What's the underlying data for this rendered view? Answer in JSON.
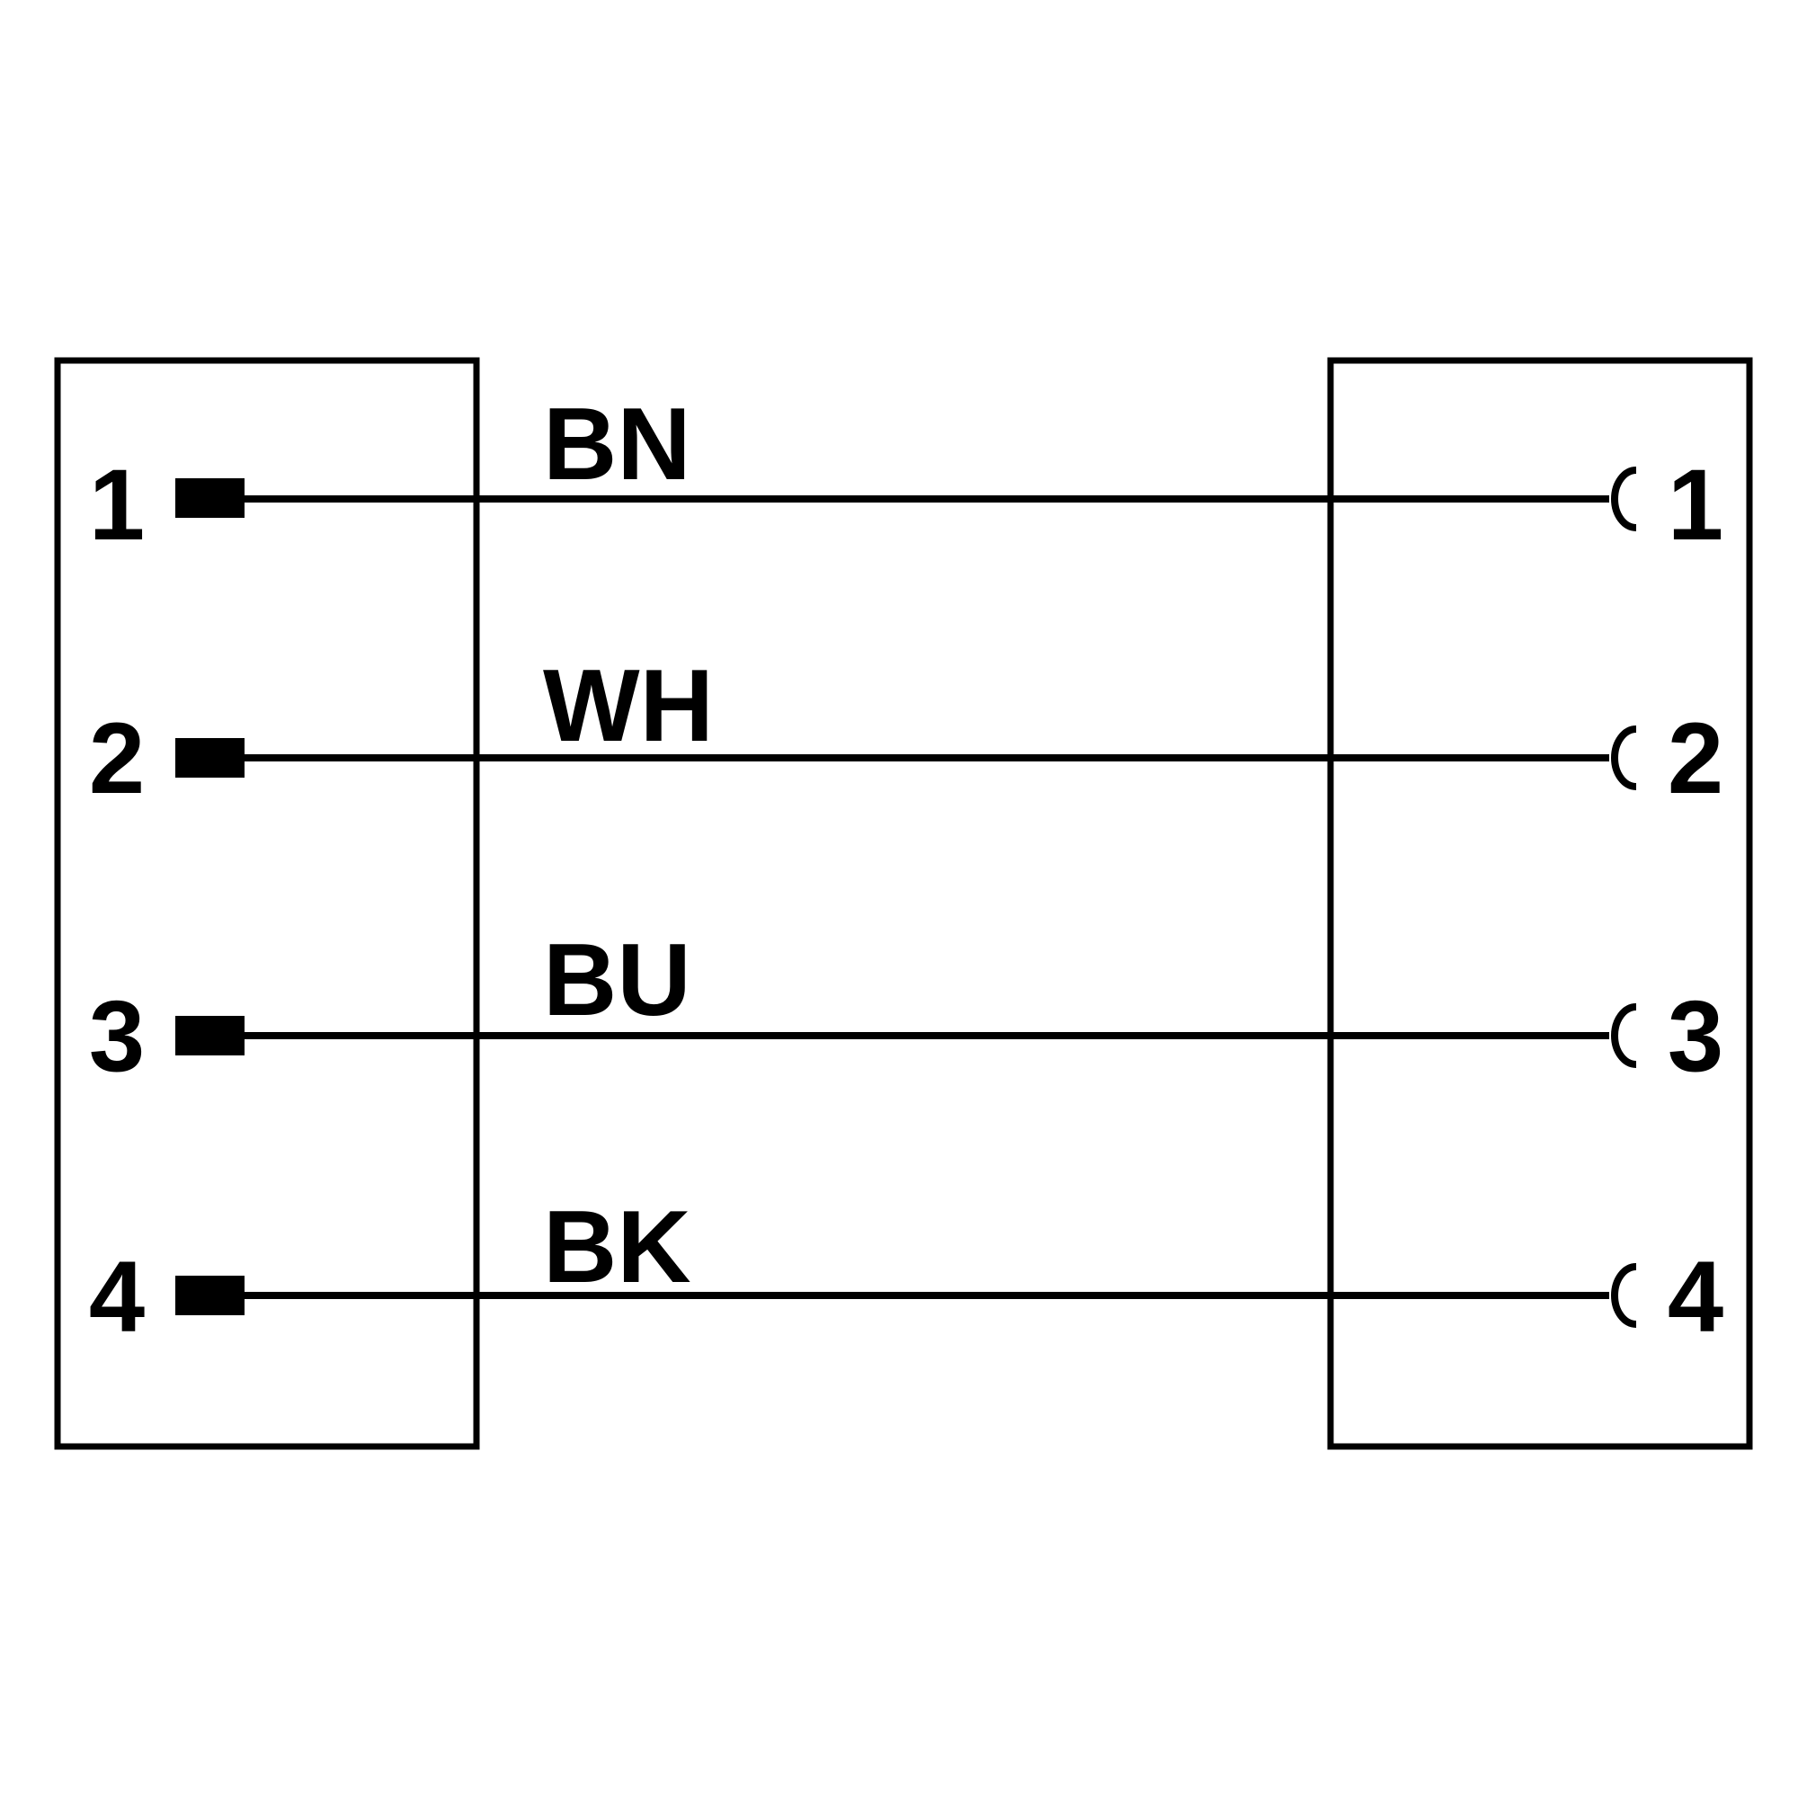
{
  "colors": {
    "ink": "#000000",
    "background": "#ffffff"
  },
  "connectors": {
    "left": {
      "contact_style": "pin"
    },
    "right": {
      "contact_style": "socket"
    }
  },
  "wires": [
    {
      "pin": "1",
      "code": "BN"
    },
    {
      "pin": "2",
      "code": "WH"
    },
    {
      "pin": "3",
      "code": "BU"
    },
    {
      "pin": "4",
      "code": "BK"
    }
  ]
}
